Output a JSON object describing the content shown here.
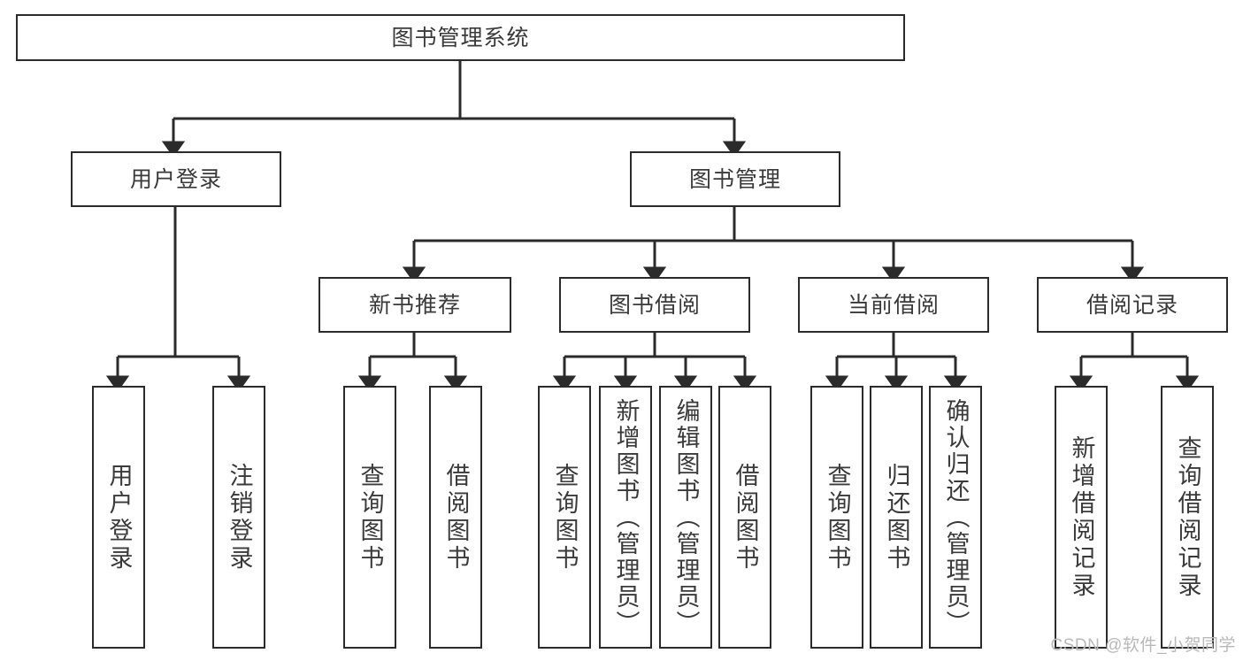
{
  "diagram": {
    "title_text": "图书管理系统",
    "type": "tree",
    "colors": {
      "box_border": "#2b2b2b",
      "box_fill": "#ffffff",
      "text": "#3a3a3a",
      "connector": "#2b2b2b",
      "watermark": "#b9b9b9"
    },
    "watermark": "CSDN @软件_小贺同学"
  },
  "nodes": {
    "root": {
      "label": "图书管理系统"
    },
    "tier2": [
      {
        "id": "user-login",
        "label": "用户登录"
      },
      {
        "id": "book-management",
        "label": "图书管理"
      }
    ],
    "tier3": [
      {
        "id": "new-book-recommend",
        "label": "新书推荐"
      },
      {
        "id": "book-borrow",
        "label": "图书借阅"
      },
      {
        "id": "current-borrow",
        "label": "当前借阅"
      },
      {
        "id": "borrow-record",
        "label": "借阅记录"
      }
    ],
    "leaves": {
      "user_login": [
        {
          "id": "leaf-user-login",
          "label": "用户登录"
        },
        {
          "id": "leaf-logout",
          "label": "注销登录"
        }
      ],
      "new_book_recommend": [
        {
          "id": "leaf-query-book-1",
          "label": "查询图书"
        },
        {
          "id": "leaf-borrow-book-1",
          "label": "借阅图书"
        }
      ],
      "book_borrow": [
        {
          "id": "leaf-query-book-2",
          "label": "查询图书"
        },
        {
          "id": "leaf-add-book",
          "label": "新增图书（管理员）"
        },
        {
          "id": "leaf-edit-book",
          "label": "编辑图书（管理员）"
        },
        {
          "id": "leaf-borrow-book-2",
          "label": "借阅图书"
        }
      ],
      "current_borrow": [
        {
          "id": "leaf-query-book-3",
          "label": "查询图书"
        },
        {
          "id": "leaf-return-book",
          "label": "归还图书"
        },
        {
          "id": "leaf-confirm-return",
          "label": "确认归还（管理员）"
        }
      ],
      "borrow_record": [
        {
          "id": "leaf-add-record",
          "label": "新增借阅记录"
        },
        {
          "id": "leaf-query-record",
          "label": "查询借阅记录"
        }
      ]
    }
  }
}
